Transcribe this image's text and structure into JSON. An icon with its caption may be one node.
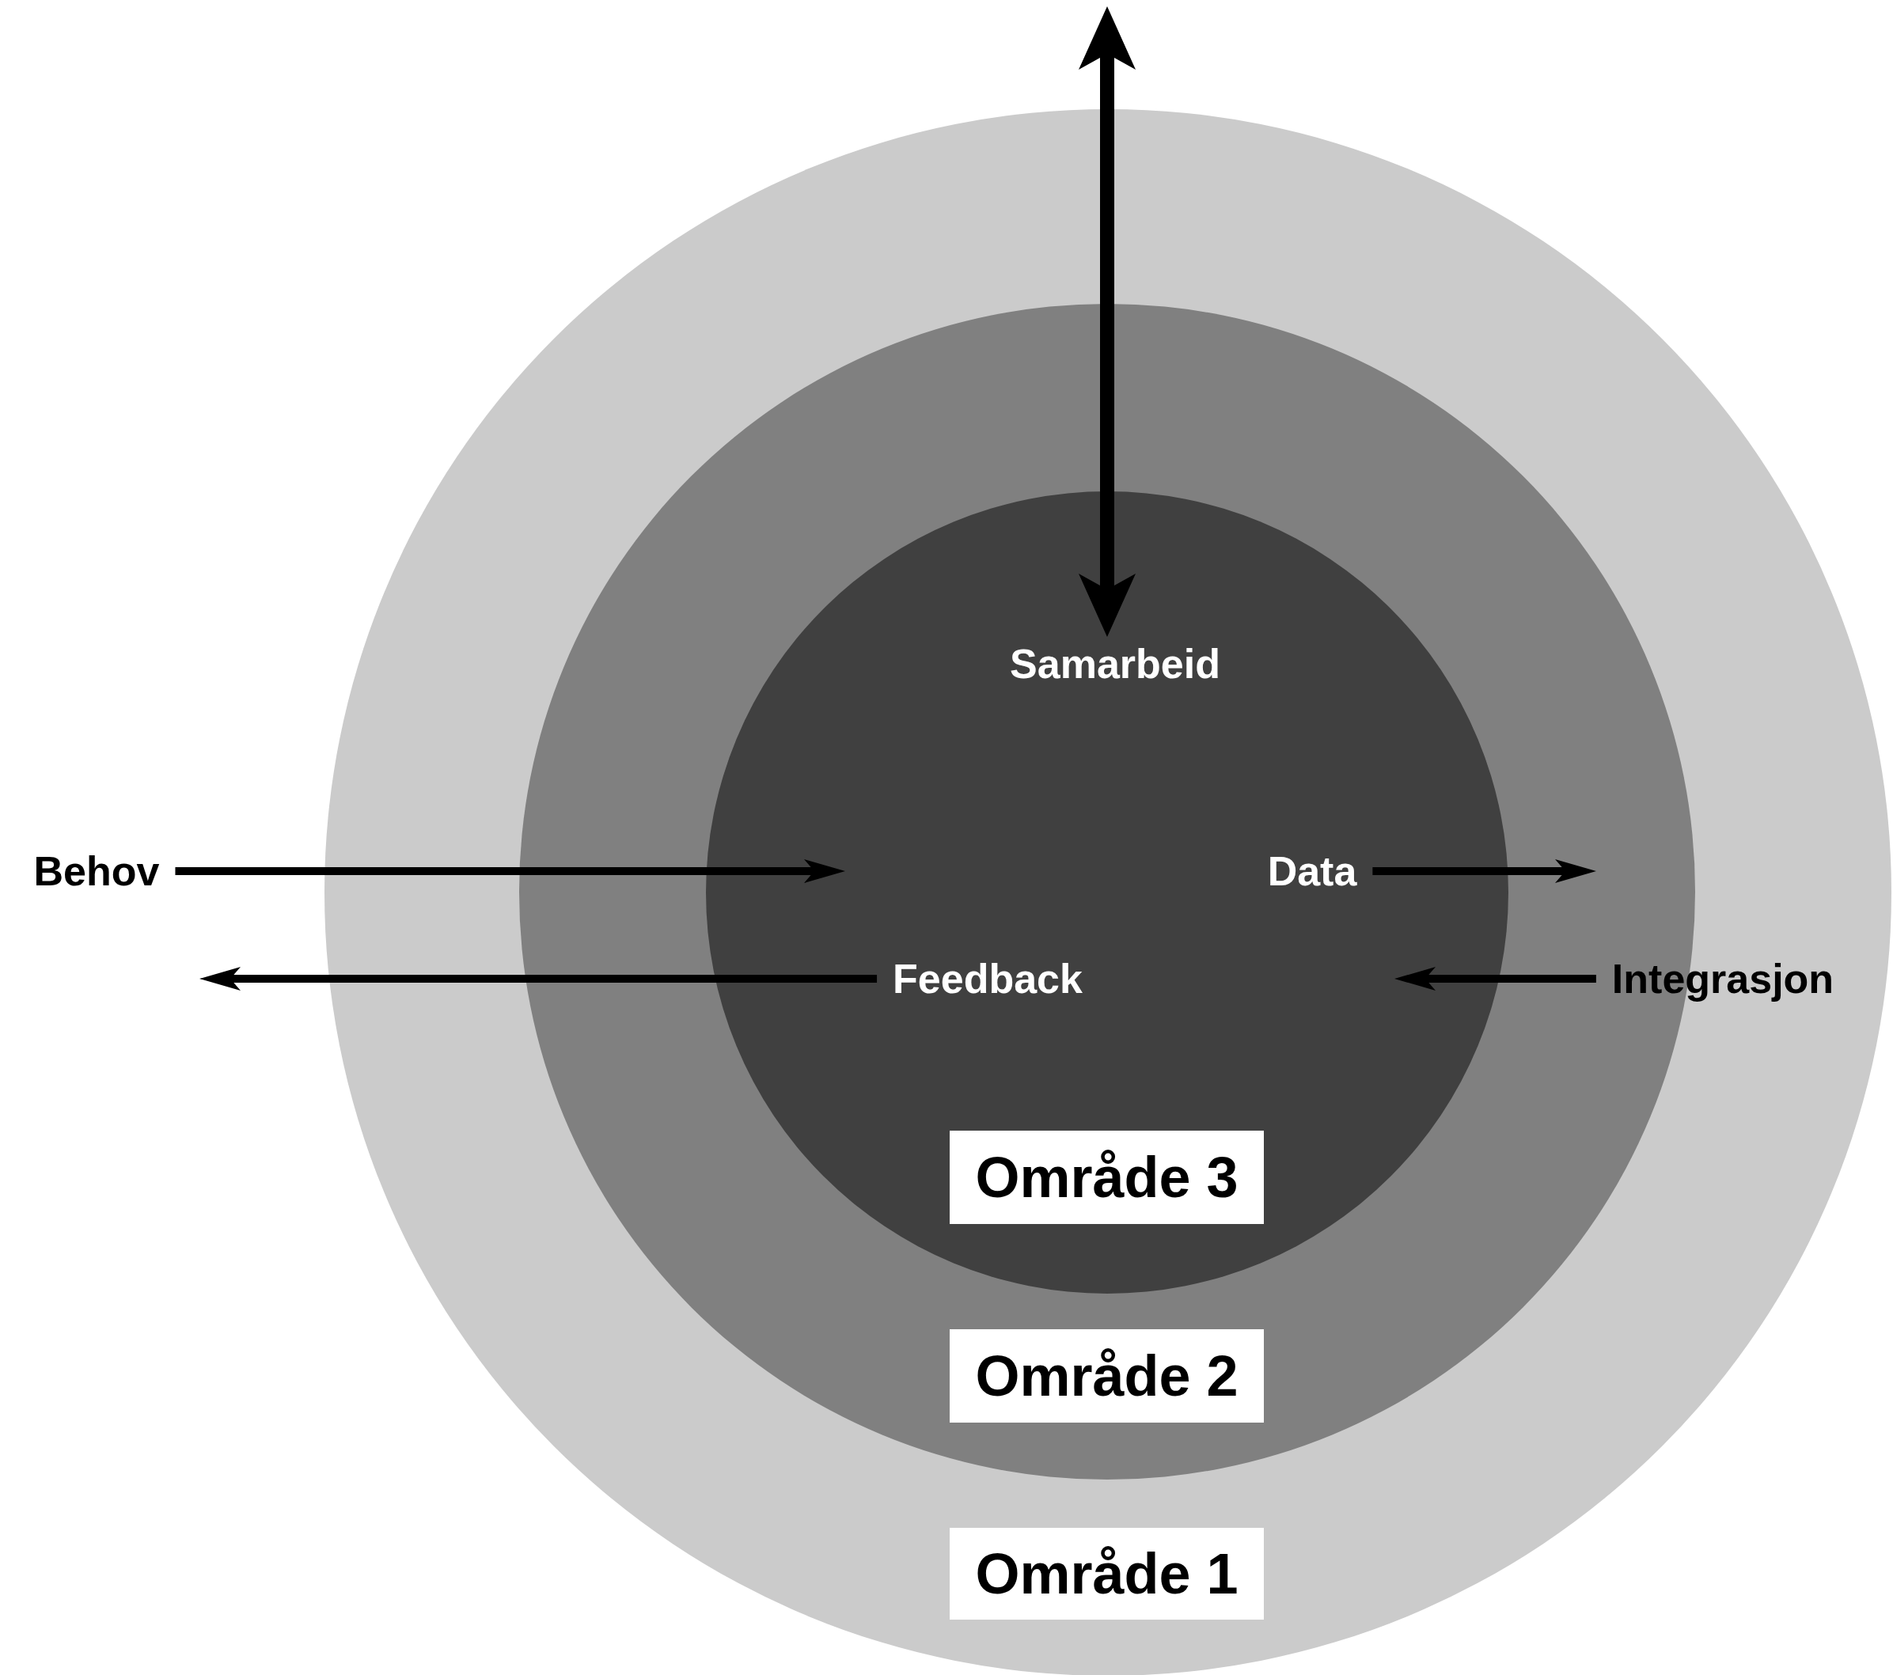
{
  "diagram": {
    "nodes": [
      {
        "text": [
          "Område 1"
        ]
      },
      {
        "text": [
          "Område 2"
        ],
        "in": 0
      },
      {
        "text": [
          "Område 3"
        ],
        "in": 1
      },
      {
        "text": [
          "Samarbeid"
        ],
        "in": 2
      },
      {
        "text": [
          "Behov"
        ]
      },
      {
        "text": [
          "Data"
        ],
        "in": 2
      },
      {
        "text": [
          "Feedback"
        ],
        "in": 2
      },
      {
        "text": [
          "Integrasjon"
        ],
        "in": 0
      }
    ],
    "edges": [
      {
        "from": null,
        "to": 3,
        "arrow": "both",
        "style": "thick"
      },
      {
        "from": 4,
        "to": null,
        "arrow": "to"
      },
      {
        "from": 6,
        "to": null,
        "arrow": "to"
      },
      {
        "from": 5,
        "to": null,
        "arrow": "to"
      },
      {
        "from": 7,
        "to": null,
        "arrow": "to"
      }
    ]
  }
}
